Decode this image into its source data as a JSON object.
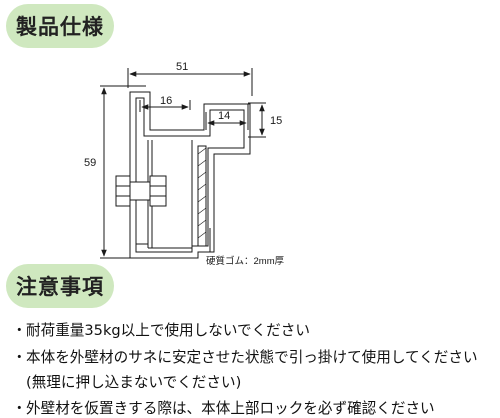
{
  "colors": {
    "pill_bg": "#cfe8bf",
    "line": "#1a1a1a",
    "text": "#111111"
  },
  "section_spec": {
    "title": "製品仕様"
  },
  "section_caution": {
    "title": "注意事項"
  },
  "drawing": {
    "dim_width": "51",
    "dim_height": "59",
    "dim_inner_left": "16",
    "dim_inner_right": "14",
    "dim_flange": "15",
    "material_note": "硬質ゴム：2mm厚"
  },
  "notes": [
    {
      "bullet": "・",
      "text": "耐荷重量35kg以上で使用しないでください"
    },
    {
      "bullet": "・",
      "text": "本体を外壁材のサネに安定させた状態で引っ掛けて使用してください"
    },
    {
      "bullet": "",
      "text": "(無理に押し込まないでください)"
    },
    {
      "bullet": "・",
      "text": "外壁材を仮置きする際は、本体上部ロックを必ず確認ください"
    }
  ]
}
